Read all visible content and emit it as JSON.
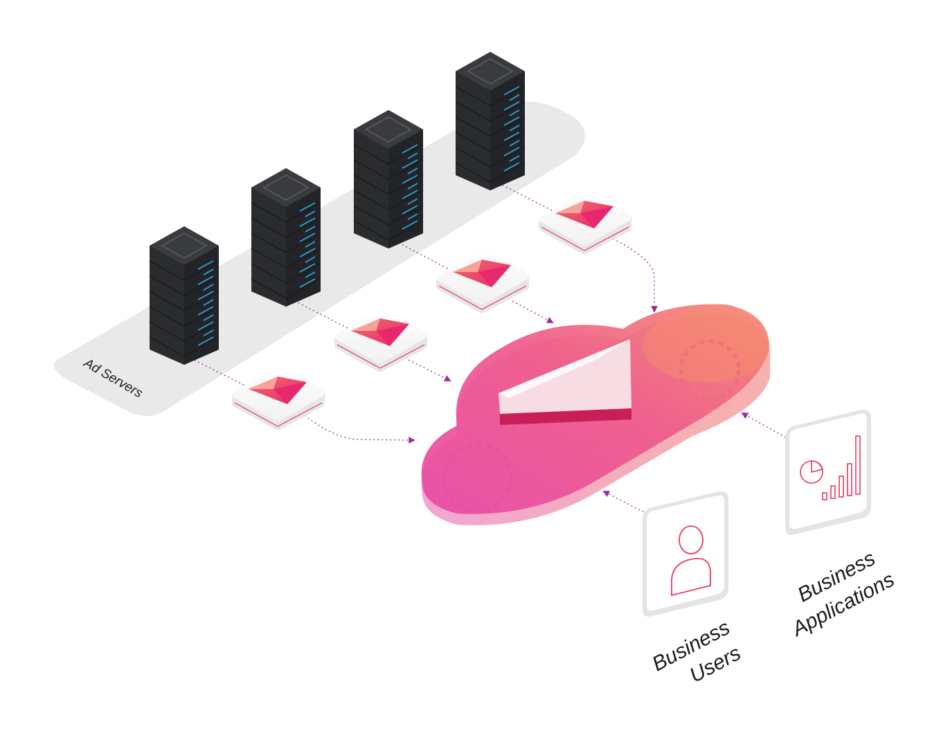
{
  "diagram": {
    "platform_label": "Ad Servers",
    "users_label_line1": "Business",
    "users_label_line2": "Users",
    "apps_label_line1": "Business",
    "apps_label_line2": "Applications",
    "server_count": 4,
    "collector_count": 4,
    "colors": {
      "platform": "#e9e9ea",
      "server_dark": "#2b2c2e",
      "server_led": "#2fa8e0",
      "cloud_pink": "#e64b9b",
      "cloud_salmon": "#f0726a",
      "accent": "#e8375a",
      "arrow": "#9b2fa0"
    },
    "icons": [
      "server-rack-icon",
      "ruby-gem-icon",
      "cloud-hub-icon",
      "user-icon",
      "analytics-chart-icon"
    ]
  }
}
